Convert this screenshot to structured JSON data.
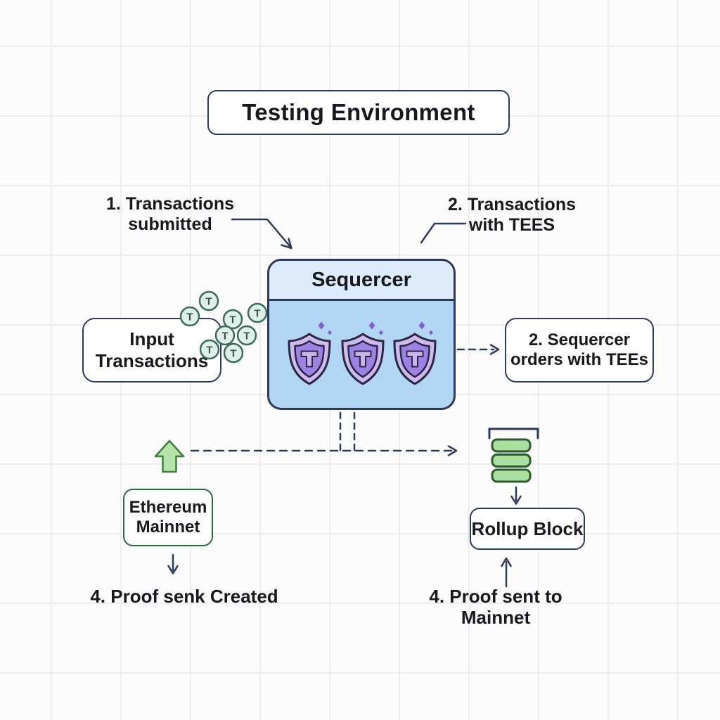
{
  "diagram": {
    "title": "Testing Environment",
    "annotations": {
      "step1": "1. Transactions\nsubmitted",
      "step2": "2. Transactions\nwith TEES",
      "step4_left": "4. Proof senk Created",
      "step4_right": "4. Proof sent to Mainnet"
    },
    "nodes": {
      "sequencer": {
        "title": "Sequercer"
      },
      "input": {
        "label": "Input\nTransactions"
      },
      "orders": {
        "label": "2. Sequercer\norders with TEEs"
      },
      "ethereum": {
        "label": "Ethereum\nMainnet"
      },
      "rollup": {
        "label": "Rollup Block"
      }
    },
    "icons": {
      "shield_glyph": "T",
      "coin_glyph": "T",
      "shield_count": 3,
      "coin_count": 8
    },
    "colors": {
      "outline_navy": "#2e3a5a",
      "text_dark": "#16191f",
      "sequencer_header": "#ddebfa",
      "sequencer_body": "#b2d6f3",
      "shield_outer": "#cdbbf0",
      "shield_inner": "#9d82e4",
      "shield_outline": "#2b2742",
      "sparkle_purple": "#7e5fd0",
      "coin_fill": "#e0efe7",
      "coin_outline": "#3c6b60",
      "green_arrow_fill": "#b6e3aa",
      "green_arrow_outline": "#3f7c3f",
      "stack_bar_fill": "#abdf9f",
      "stack_bar_outline": "#2d5a2d",
      "ethereum_outline": "#2e6b3e",
      "grid_line": "#ededf1",
      "background": "#fcfcfd"
    }
  }
}
